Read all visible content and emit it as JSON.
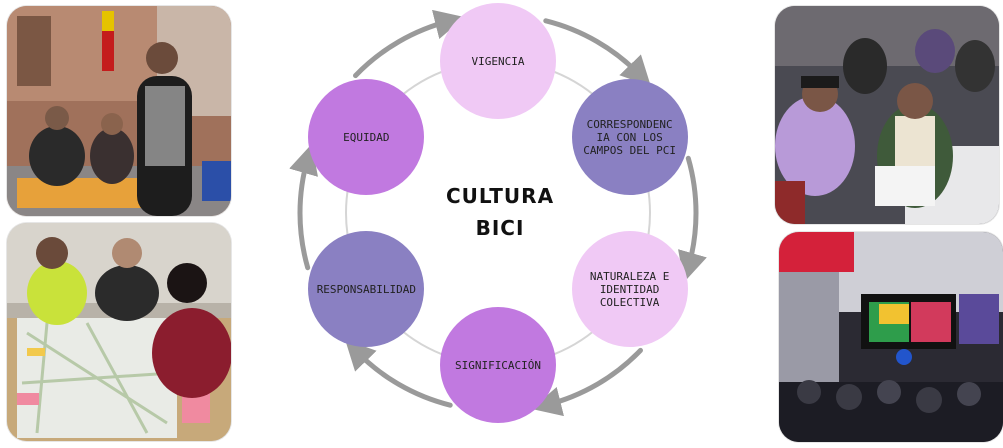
{
  "diagram": {
    "center_title": [
      "CULTURA",
      "BICI"
    ],
    "nodes": [
      {
        "label": "VIGENCIA",
        "color": "#f0c9f5"
      },
      {
        "label": "CORRESPONDENC IA CON LOS CAMPOS DEL PCI",
        "color": "#8a80c2"
      },
      {
        "label": "NATURALEZA E IDENTIDAD COLECTIVA",
        "color": "#f0c9f5"
      },
      {
        "label": "SIGNIFICACIÓN",
        "color": "#c179e0"
      },
      {
        "label": "RESPONSABILIDAD",
        "color": "#8a80c2"
      },
      {
        "label": "EQUIDAD",
        "color": "#c179e0"
      }
    ],
    "arrow_color": "#9a9a9a",
    "ring_color": "#d5d5d5"
  },
  "photos": [
    {
      "name": "workshop-presenter-photo"
    },
    {
      "name": "map-activity-photo"
    },
    {
      "name": "group-discussion-photo"
    },
    {
      "name": "event-screen-audience-photo"
    }
  ]
}
